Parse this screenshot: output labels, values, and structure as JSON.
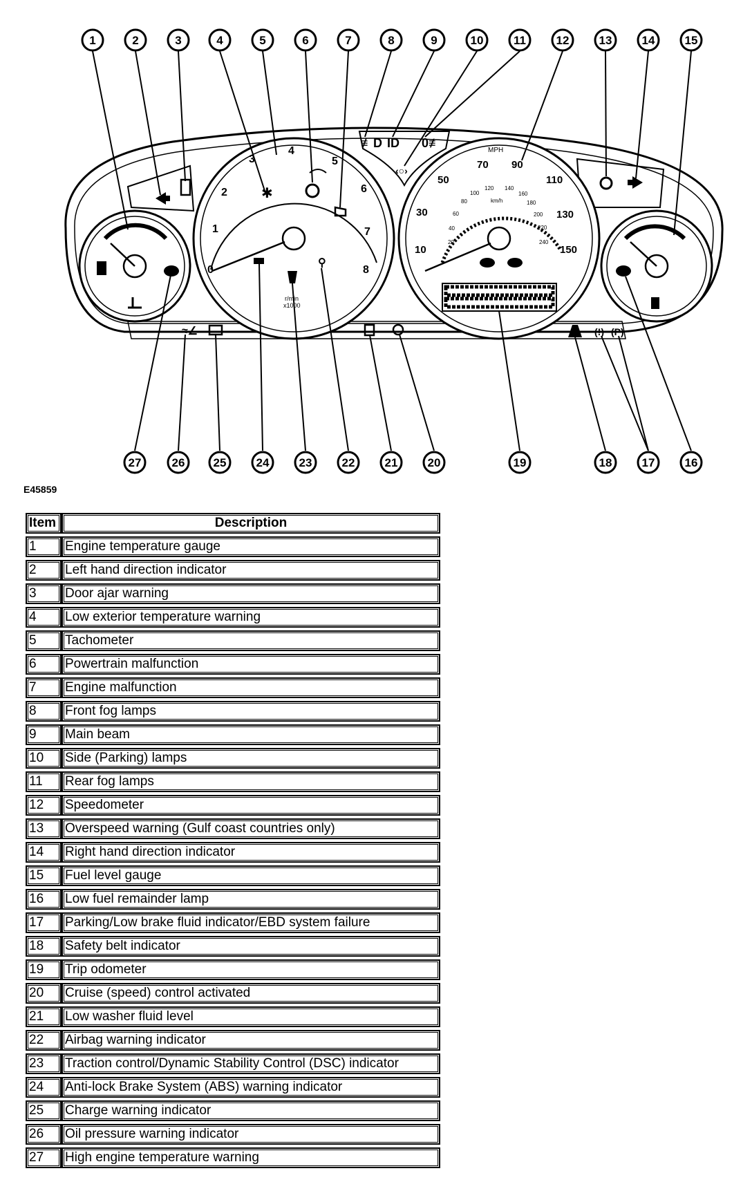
{
  "figure_id": "E45859",
  "callout_numbers_top": [
    "1",
    "2",
    "3",
    "4",
    "5",
    "6",
    "7",
    "8",
    "9",
    "10",
    "11",
    "12",
    "13",
    "14",
    "15"
  ],
  "callout_numbers_bottom": [
    "27",
    "26",
    "25",
    "24",
    "23",
    "22",
    "21",
    "20",
    "19",
    "18",
    "17",
    "16"
  ],
  "tachometer": {
    "scale": [
      "0",
      "1",
      "2",
      "3",
      "4",
      "5",
      "6",
      "7",
      "8"
    ],
    "unit_line1": "r/min",
    "unit_line2": "x1000"
  },
  "speedometer": {
    "unit_mph": "MPH",
    "mph_scale": [
      "10",
      "30",
      "50",
      "70",
      "90",
      "110",
      "130",
      "150"
    ],
    "unit_kmh": "km/h",
    "kmh_scale": [
      "20",
      "40",
      "60",
      "80",
      "100",
      "120",
      "140",
      "160",
      "180",
      "200",
      "220",
      "240"
    ]
  },
  "legend": {
    "header_item": "Item",
    "header_description": "Description",
    "rows": [
      {
        "item": "1",
        "description": "Engine temperature gauge"
      },
      {
        "item": "2",
        "description": "Left hand direction indicator"
      },
      {
        "item": "3",
        "description": "Door ajar warning"
      },
      {
        "item": "4",
        "description": "Low exterior temperature warning"
      },
      {
        "item": "5",
        "description": "Tachometer"
      },
      {
        "item": "6",
        "description": "Powertrain malfunction"
      },
      {
        "item": "7",
        "description": "Engine malfunction"
      },
      {
        "item": "8",
        "description": "Front fog lamps"
      },
      {
        "item": "9",
        "description": "Main beam"
      },
      {
        "item": "10",
        "description": "Side (Parking) lamps"
      },
      {
        "item": "11",
        "description": "Rear fog lamps"
      },
      {
        "item": "12",
        "description": "Speedometer"
      },
      {
        "item": "13",
        "description": "Overspeed warning (Gulf coast countries only)"
      },
      {
        "item": "14",
        "description": "Right hand direction indicator"
      },
      {
        "item": "15",
        "description": "Fuel level gauge"
      },
      {
        "item": "16",
        "description": "Low fuel remainder lamp"
      },
      {
        "item": "17",
        "description": "Parking/Low brake fluid indicator/EBD system failure"
      },
      {
        "item": "18",
        "description": "Safety belt indicator"
      },
      {
        "item": "19",
        "description": "Trip odometer"
      },
      {
        "item": "20",
        "description": "Cruise (speed) control activated"
      },
      {
        "item": "21",
        "description": "Low washer fluid level"
      },
      {
        "item": "22",
        "description": "Airbag warning indicator"
      },
      {
        "item": "23",
        "description": "Traction control/Dynamic Stability Control (DSC) indicator"
      },
      {
        "item": "24",
        "description": "Anti-lock Brake System (ABS) warning indicator"
      },
      {
        "item": "25",
        "description": "Charge warning indicator"
      },
      {
        "item": "26",
        "description": "Oil pressure warning indicator"
      },
      {
        "item": "27",
        "description": "High engine temperature warning"
      }
    ]
  }
}
